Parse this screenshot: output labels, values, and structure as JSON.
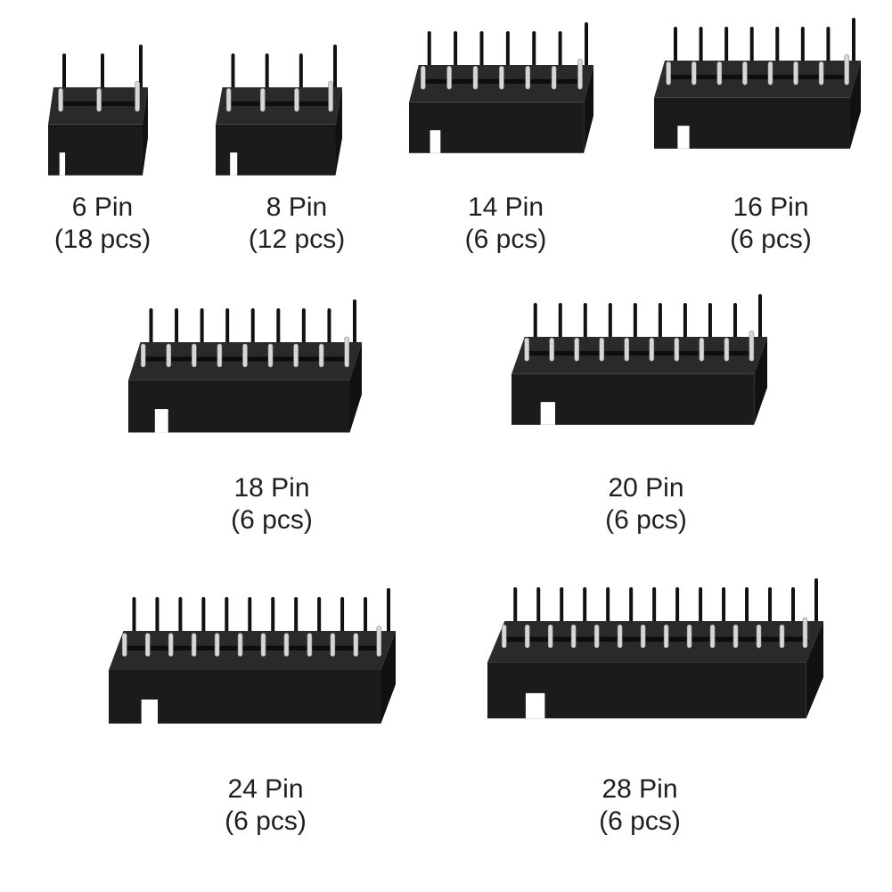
{
  "colors": {
    "background": "#ffffff",
    "socket_body": "#1b1b1b",
    "pin": "#d7d7d7",
    "text": "#1f1f1f"
  },
  "items": [
    {
      "pins": 6,
      "name": "6 Pin",
      "qty": "(18 pcs)"
    },
    {
      "pins": 8,
      "name": "8 Pin",
      "qty": "(12 pcs)"
    },
    {
      "pins": 14,
      "name": "14 Pin",
      "qty": "(6 pcs)"
    },
    {
      "pins": 16,
      "name": "16 Pin",
      "qty": "(6 pcs)"
    },
    {
      "pins": 18,
      "name": "18 Pin",
      "qty": "(6 pcs)"
    },
    {
      "pins": 20,
      "name": "20 Pin",
      "qty": "(6 pcs)"
    },
    {
      "pins": 24,
      "name": "24 Pin",
      "qty": "(6 pcs)"
    },
    {
      "pins": 28,
      "name": "28 Pin",
      "qty": "(6 pcs)"
    }
  ]
}
